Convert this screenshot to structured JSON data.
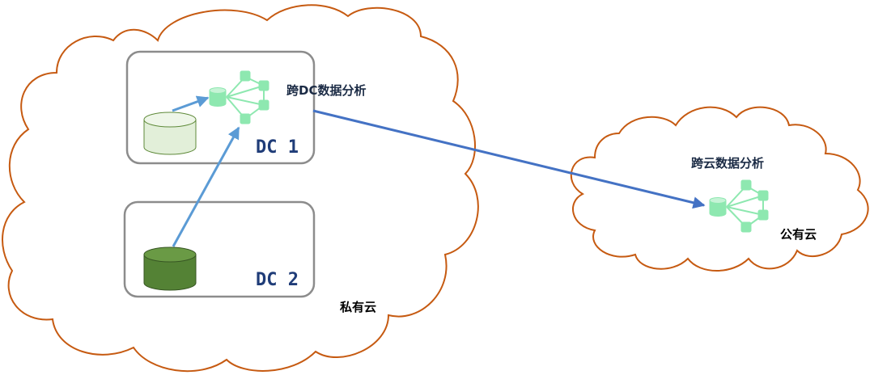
{
  "labels": {
    "cross_dc_analysis": "跨DC数据分析",
    "cross_cloud_analysis": "跨云数据分析",
    "dc1": "DC 1",
    "dc2": "DC 2",
    "private_cloud": "私有云",
    "public_cloud": "公有云"
  },
  "colors": {
    "cloud_outline": "#c65a11",
    "dc_border": "#8c8c8c",
    "arrow_light": "#5b9bd5",
    "arrow_dark": "#4472c4",
    "analysis_node": "#8ee8b0",
    "db_dc1_fill": "#e2efd9",
    "db_dc1_stroke": "#5f8a3a",
    "db_dc2_fill": "#548235",
    "db_dc2_stroke": "#375623",
    "dc_text": "#1f3c78"
  },
  "icons": {
    "dc1_database": "database-icon",
    "dc2_database": "database-icon",
    "dc1_analysis": "network-analysis-icon",
    "public_analysis": "network-analysis-icon"
  }
}
